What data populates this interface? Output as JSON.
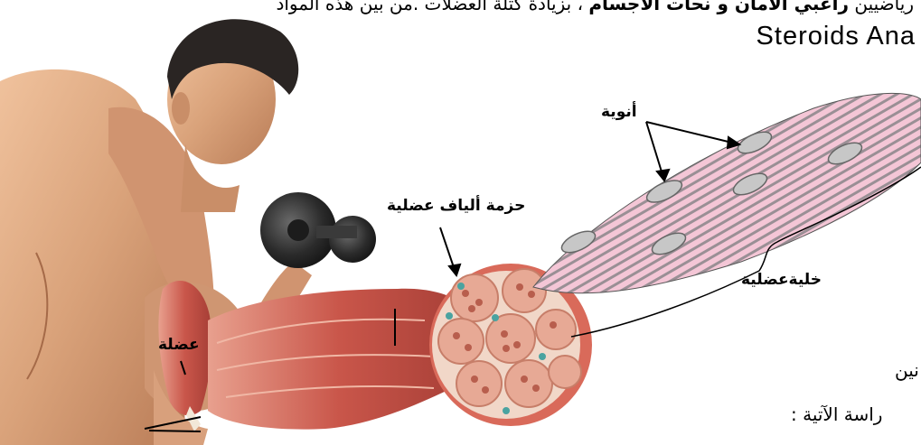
{
  "header": {
    "line_part1": "رياضيين",
    "line_bold": "راغبي الأمان و نحات الأجسام",
    "line_part2": "، بزيادة كتلة العضلات .من بين هذه المواد",
    "steroids_fragment": "Steroids Ana"
  },
  "labels": {
    "nuclei": "أنوية",
    "fiber_bundle": "حزمة ألياف عضلية",
    "muscle_cell": "خليةعضلية",
    "muscle": "عضلة"
  },
  "cut_text": {
    "line1": "نين",
    "line2": "راسة الآتية :"
  },
  "colors": {
    "skin": "#d9a27a",
    "muscle": "#c9564a",
    "fiber_pink": "#f4c6d6",
    "bundle": "#e9b6a6",
    "dumbbell": "#2b2b2b"
  }
}
